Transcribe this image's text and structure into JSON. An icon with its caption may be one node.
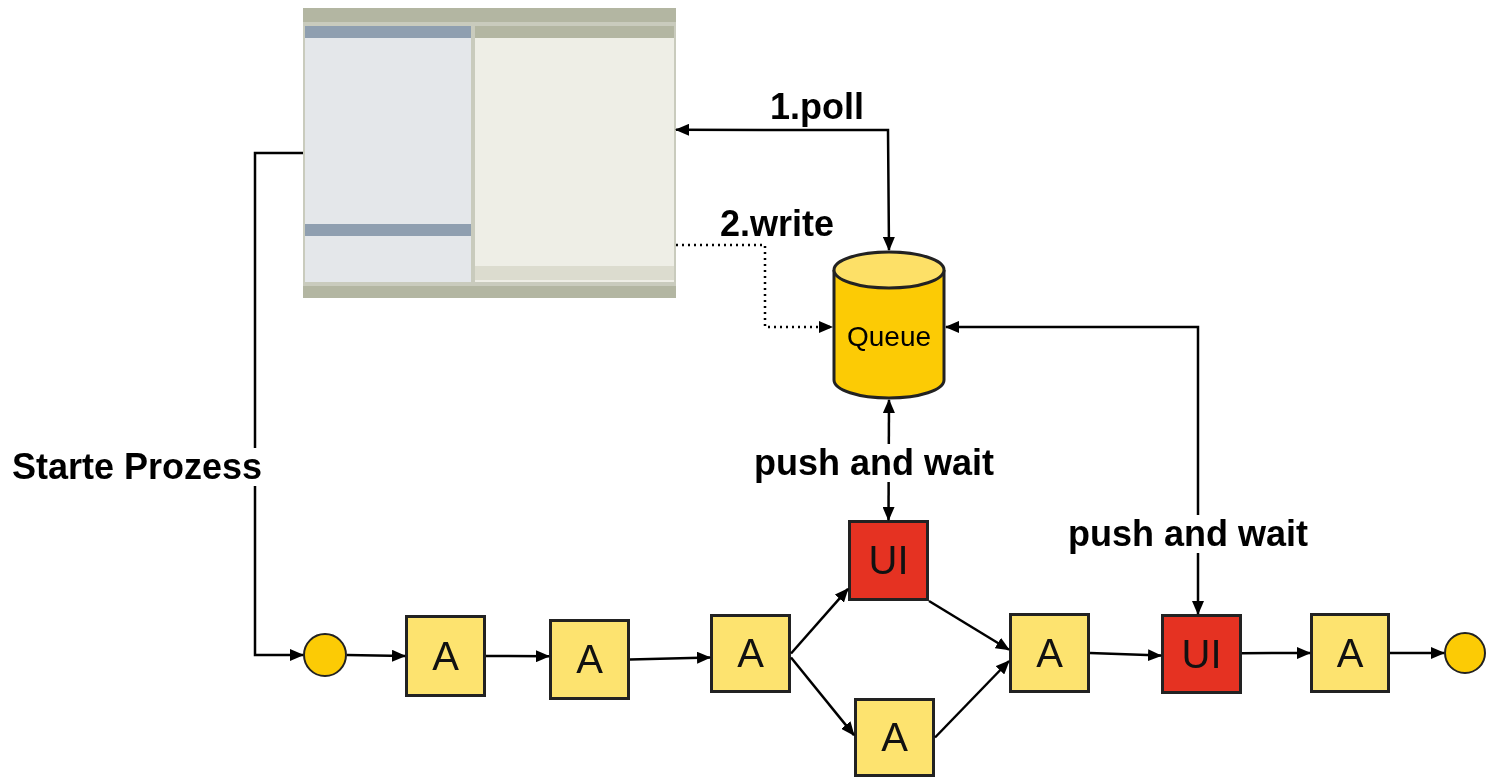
{
  "diagram": {
    "nodes": [
      {
        "text": [],
        "shape": "picture"
      },
      {
        "text": [
          "Queue"
        ]
      },
      {
        "text": [],
        "shape": "circle"
      },
      {
        "text": [
          "A"
        ]
      },
      {
        "text": [
          "A"
        ]
      },
      {
        "text": [
          "A"
        ]
      },
      {
        "text": [
          "UI"
        ]
      },
      {
        "text": [
          "A"
        ]
      },
      {
        "text": [
          "A"
        ]
      },
      {
        "text": [
          "UI"
        ]
      },
      {
        "text": [
          "A"
        ]
      },
      {
        "text": [],
        "shape": "circle"
      }
    ],
    "edges": [
      {
        "from": 1,
        "to": 0,
        "arrow": "both",
        "label": "1.poll"
      },
      {
        "from": 0,
        "to": 1,
        "arrow": "to",
        "label": "2.write",
        "style": "dashed"
      },
      {
        "from": 1,
        "to": 6,
        "arrow": "both",
        "label": "push and wait"
      },
      {
        "from": 1,
        "to": 9,
        "arrow": "both",
        "label": "push and wait"
      },
      {
        "from": 0,
        "to": 2,
        "arrow": "to",
        "label": "Starte Prozess"
      },
      {
        "from": 2,
        "to": 3,
        "arrow": "to"
      },
      {
        "from": 3,
        "to": 4,
        "arrow": "to"
      },
      {
        "from": 4,
        "to": 5,
        "arrow": "to"
      },
      {
        "from": 5,
        "to": 6,
        "arrow": "to"
      },
      {
        "from": 5,
        "to": 7,
        "arrow": "to"
      },
      {
        "from": 6,
        "to": 8,
        "arrow": "to"
      },
      {
        "from": 7,
        "to": 8,
        "arrow": "to"
      },
      {
        "from": 8,
        "to": 9,
        "arrow": "to"
      },
      {
        "from": 9,
        "to": 10,
        "arrow": "to"
      },
      {
        "from": 10,
        "to": 11,
        "arrow": "to"
      }
    ]
  }
}
